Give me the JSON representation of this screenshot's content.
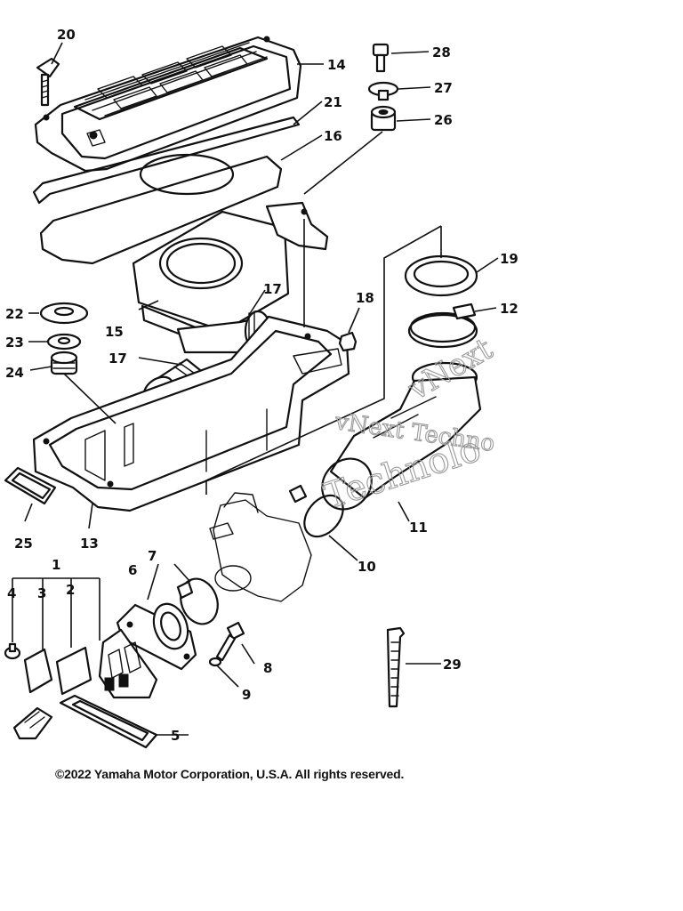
{
  "diagram": {
    "callouts": [
      {
        "id": "c20",
        "label": "20"
      },
      {
        "id": "c14",
        "label": "14"
      },
      {
        "id": "c21",
        "label": "21"
      },
      {
        "id": "c16",
        "label": "16"
      },
      {
        "id": "c28",
        "label": "28"
      },
      {
        "id": "c27",
        "label": "27"
      },
      {
        "id": "c26",
        "label": "26"
      },
      {
        "id": "c19",
        "label": "19"
      },
      {
        "id": "c12",
        "label": "12"
      },
      {
        "id": "c18",
        "label": "18"
      },
      {
        "id": "c17a",
        "label": "17"
      },
      {
        "id": "c17b",
        "label": "17"
      },
      {
        "id": "c15",
        "label": "15"
      },
      {
        "id": "c22",
        "label": "22"
      },
      {
        "id": "c23",
        "label": "23"
      },
      {
        "id": "c24",
        "label": "24"
      },
      {
        "id": "c25",
        "label": "25"
      },
      {
        "id": "c13",
        "label": "13"
      },
      {
        "id": "c11",
        "label": "11"
      },
      {
        "id": "c10",
        "label": "10"
      },
      {
        "id": "c1",
        "label": "1"
      },
      {
        "id": "c4",
        "label": "4"
      },
      {
        "id": "c3",
        "label": "3"
      },
      {
        "id": "c2",
        "label": "2"
      },
      {
        "id": "c6",
        "label": "6"
      },
      {
        "id": "c7",
        "label": "7"
      },
      {
        "id": "c8",
        "label": "8"
      },
      {
        "id": "c9",
        "label": "9"
      },
      {
        "id": "c29",
        "label": "29"
      },
      {
        "id": "c5",
        "label": "5"
      }
    ],
    "watermark": {
      "line1": "vNext",
      "line2": "vNext Techno",
      "line3": "Technolo"
    },
    "copyright": "©2022 Yamaha Motor Corporation, U.S.A. All rights reserved."
  }
}
